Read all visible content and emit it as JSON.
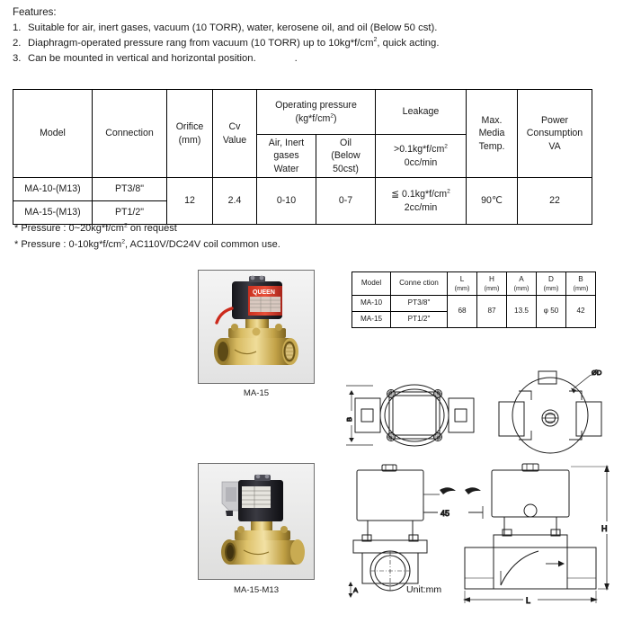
{
  "features": {
    "title": "Features:",
    "items": [
      {
        "num": "1.",
        "text": "Suitable for air, inert gases, vacuum (10 TORR), water, kerosene oil, and oil (Below 50 cst)."
      },
      {
        "num": "2.",
        "text": "Diaphragm-operated pressure rang from vacuum (10 TORR) up to 10kg*f/cm",
        "sup": "2",
        "tail": ", quick acting."
      },
      {
        "num": "3.",
        "text": "Can be mounted in vertical and horizontal position.",
        "tail": "."
      }
    ]
  },
  "spec_table": {
    "headers": {
      "model": "Model",
      "connection": "Connection",
      "orifice": "Orifice",
      "orifice_unit": "(mm)",
      "cv": "Cv",
      "cv_unit": "Value",
      "operating_pressure": "Operating   pressure  (kg*f/cm",
      "operating_pressure_sup": "2",
      "operating_pressure_tail": ")",
      "air_water_1": "Air, Inert  gases",
      "air_water_2": "Water",
      "oil_1": "Oil",
      "oil_2": "(Below 50cst)",
      "leakage": "Leakage",
      "leakage_sub_1": ">0.1kg*f/cm",
      "leakage_sub_1_sup": "2",
      "leakage_sub_2": "0cc/min",
      "max_temp_1": "Max.",
      "max_temp_2": "Media",
      "max_temp_3": "Temp.",
      "power_1": "Power",
      "power_2": "Consumption",
      "power_3": "VA"
    },
    "rows": [
      {
        "model": "MA-10-(M13)",
        "connection": "PT3/8\""
      },
      {
        "model": "MA-15-(M13)",
        "connection": "PT1/2\""
      }
    ],
    "merged": {
      "orifice": "12",
      "cv": "2.4",
      "air_water": "0-10",
      "oil": "0-7",
      "leakage_1": "≦ 0.1kg*f/cm",
      "leakage_1_sup": "2",
      "leakage_2": "2cc/min",
      "max_temp": "90℃",
      "power": "22"
    }
  },
  "footnotes": [
    {
      "prefix": "* Pressure : 0~20kg*f/cm",
      "sup": "2",
      "suffix": " on request"
    },
    {
      "prefix": "* Pressure : 0-10kg*f/cm",
      "sup": "2",
      "suffix": ", AC110V/DC24V coil common use."
    }
  ],
  "photos": [
    {
      "caption": "MA-15",
      "alt": "solenoid valve with black coil and red QUEEN label on brass body"
    },
    {
      "caption": "MA-15-M13",
      "alt": "solenoid valve with DIN connector coil on brass body"
    }
  ],
  "dim_table": {
    "headers": {
      "model": "Model",
      "connection": "Conne ction",
      "l": "L",
      "l_unit": "(mm)",
      "h": "H",
      "h_unit": "(mm)",
      "a": "A",
      "a_unit": "(mm)",
      "d": "D",
      "d_unit": "(mm)",
      "b": "B",
      "b_unit": "(mm)"
    },
    "rows": [
      {
        "model": "MA-10",
        "connection": "PT3/8\""
      },
      {
        "model": "MA-15",
        "connection": "PT1/2\""
      }
    ],
    "merged": {
      "l": "68",
      "h": "87",
      "a": "13.5",
      "d": "φ 50",
      "b": "42"
    }
  },
  "drawings": {
    "unit_label": "Unit:mm",
    "labels": {
      "diameter_d": "ØD",
      "dim_45": "45",
      "dim_a": "A",
      "dim_h": "H",
      "dim_l": "L",
      "dim_b": "B"
    }
  }
}
